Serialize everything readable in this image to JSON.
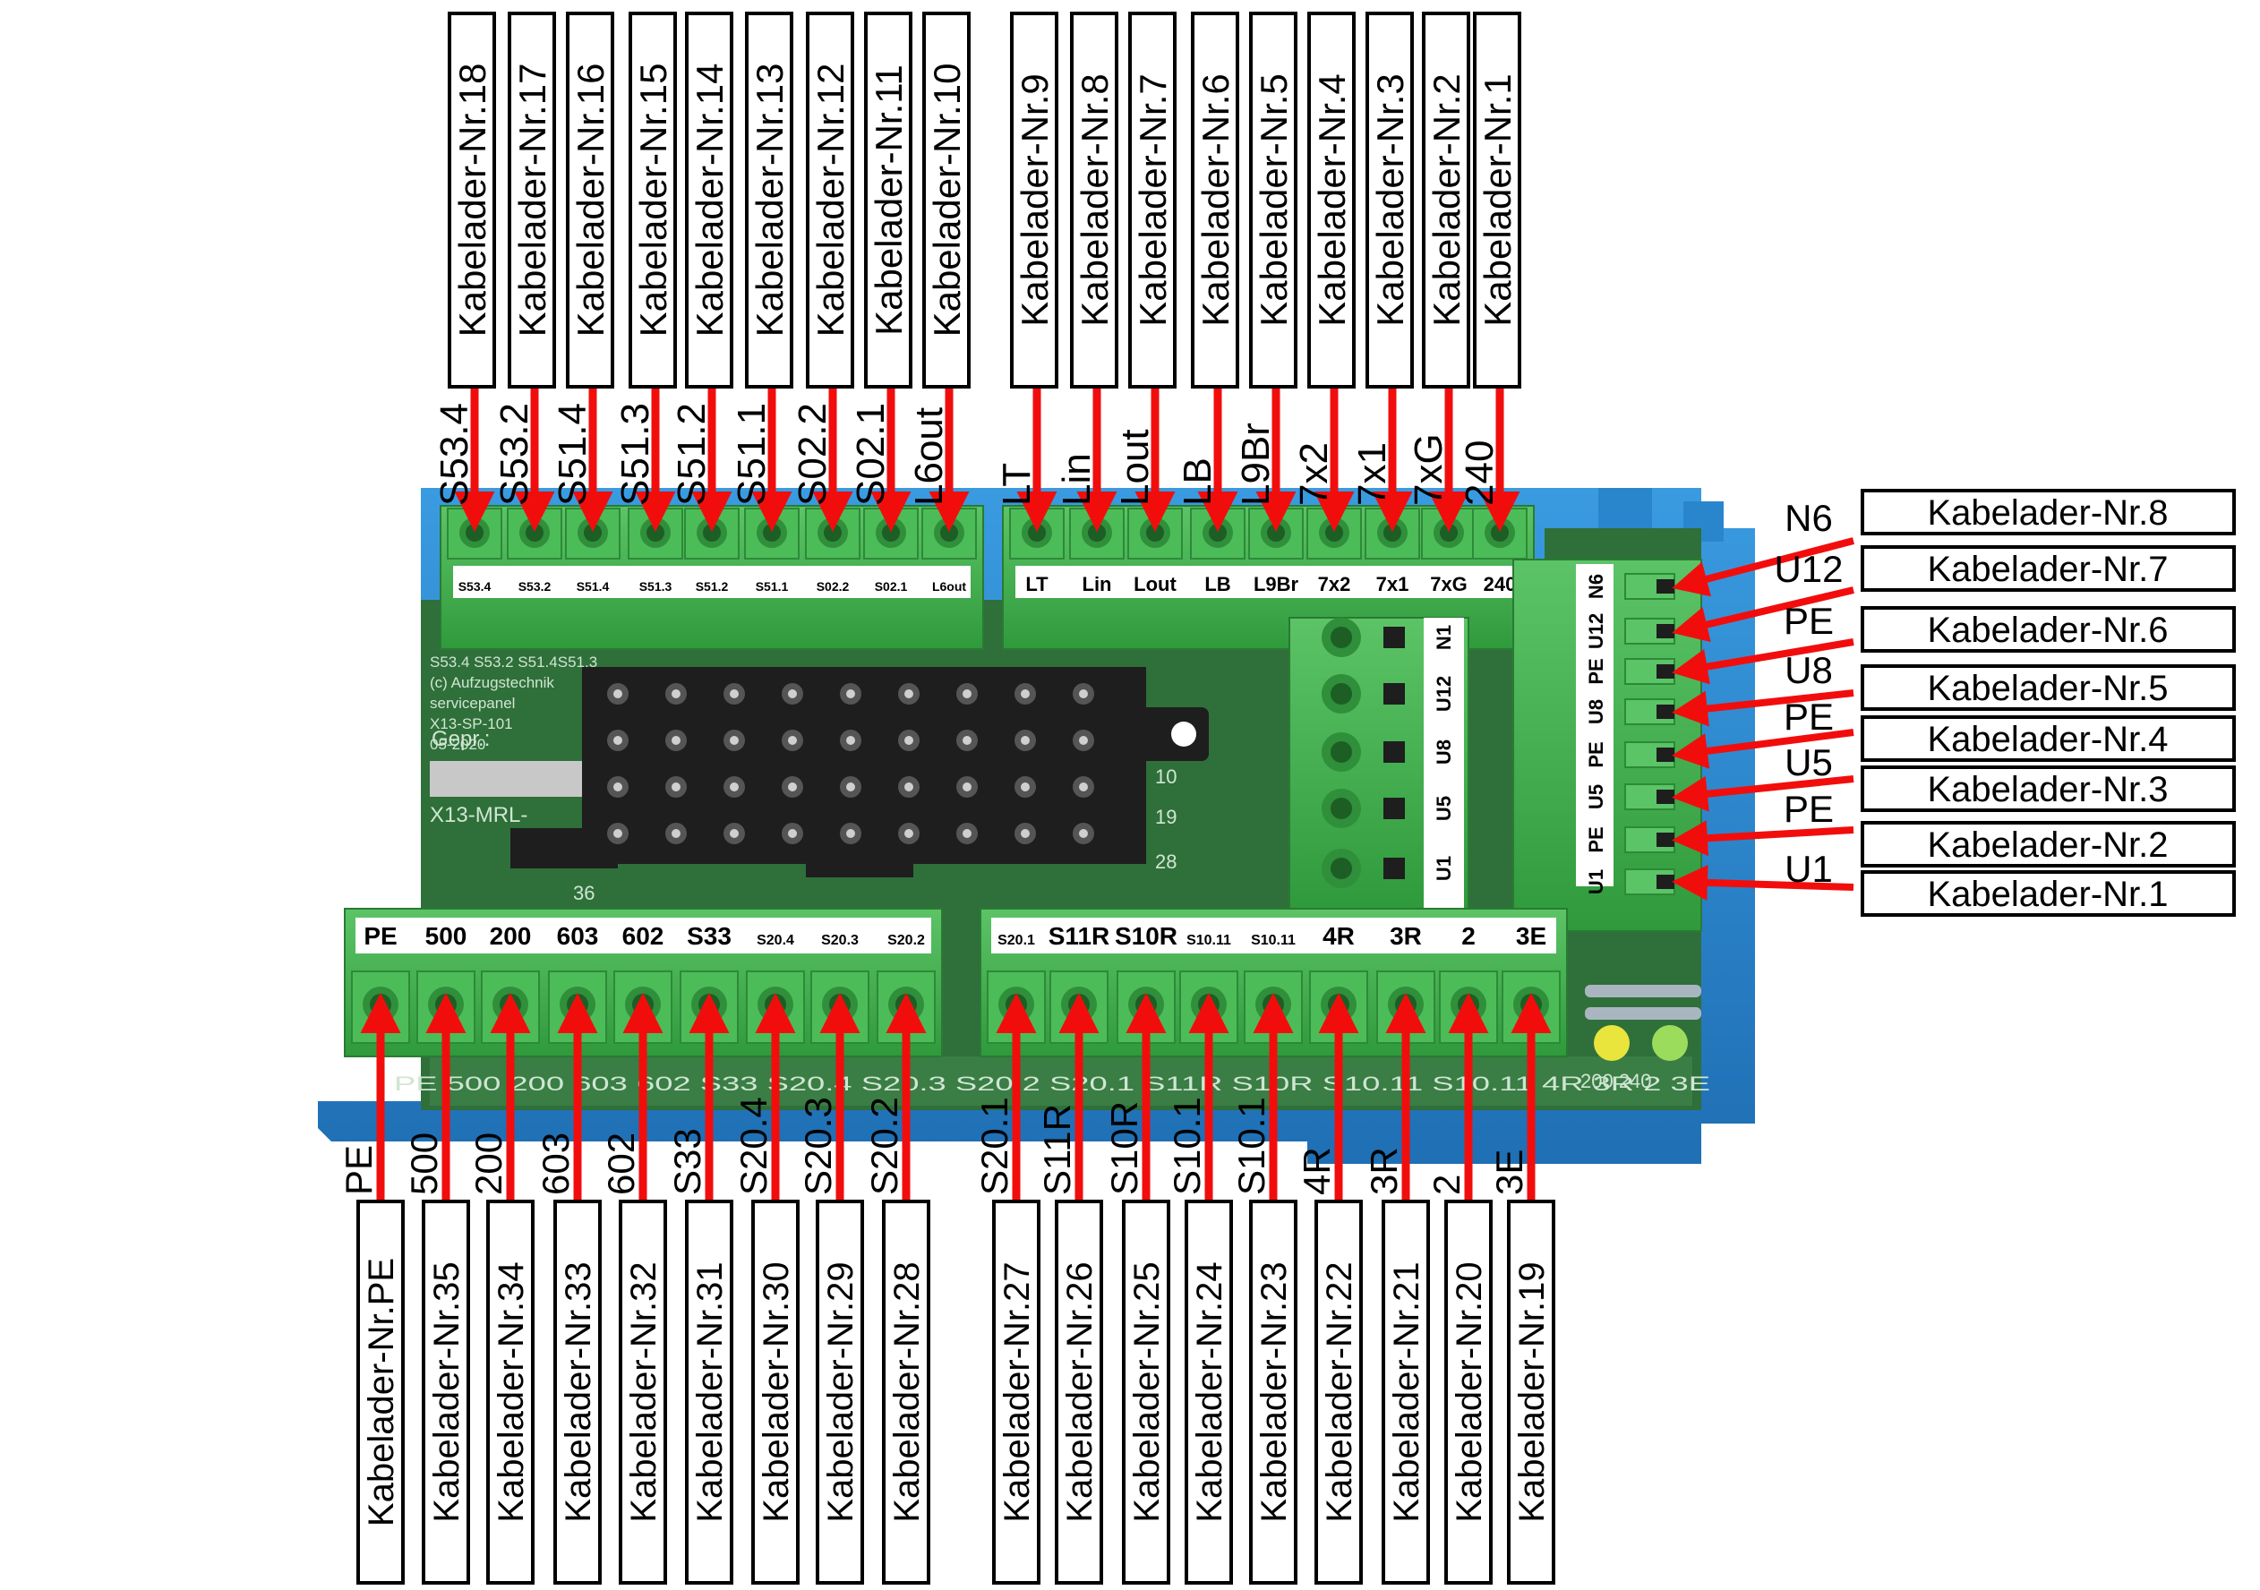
{
  "colors": {
    "arrow": "#f20d0d",
    "terminal_green": "#3fb04a",
    "pcb_green": "#2f6f3a",
    "din_rail_blue": "#2e8fd6",
    "label_box_border": "#000000"
  },
  "top_left_block": {
    "strip_labels": [
      "S53.4",
      "S53.2",
      "S51.4",
      "S51.3",
      "S51.2",
      "S51.1",
      "S02.2",
      "S02.1",
      "L6out"
    ],
    "pin_labels": [
      "S53.4",
      "S53.2",
      "S51.4",
      "S51.3",
      "S51.2",
      "S51.1",
      "S02.2",
      "S02.1",
      "L6out"
    ],
    "cables": [
      "Kabelader-Nr.18",
      "Kabelader-Nr.17",
      "Kabelader-Nr.16",
      "Kabelader-Nr.15",
      "Kabelader-Nr.14",
      "Kabelader-Nr.13",
      "Kabelader-Nr.12",
      "Kabelader-Nr.11",
      "Kabelader-Nr.10"
    ]
  },
  "top_right_block": {
    "strip_labels": [
      "LT",
      "Lin",
      "Lout",
      "LB",
      "L9Br",
      "7x2",
      "7x1",
      "7xG",
      "240"
    ],
    "pin_labels": [
      "LT",
      "Lin",
      "Lout",
      "LB",
      "L9Br",
      "7x2",
      "7x1",
      "7xG",
      "240"
    ],
    "cables": [
      "Kabelader-Nr.9",
      "Kabelader-Nr.8",
      "Kabelader-Nr.7",
      "Kabelader-Nr.6",
      "Kabelader-Nr.5",
      "Kabelader-Nr.4",
      "Kabelader-Nr.3",
      "Kabelader-Nr.2",
      "Kabelader-Nr.1"
    ]
  },
  "right_block": {
    "strip_labels": [
      "N6",
      "U12",
      "PE",
      "U8",
      "PE",
      "U5",
      "PE",
      "U1"
    ],
    "pin_labels": [
      "N6",
      "U12",
      "PE",
      "U8",
      "PE",
      "U5",
      "PE",
      "U1"
    ],
    "cables": [
      "Kabelader-Nr.8",
      "Kabelader-Nr.7",
      "Kabelader-Nr.6",
      "Kabelader-Nr.5",
      "Kabelader-Nr.4",
      "Kabelader-Nr.3",
      "Kabelader-Nr.2",
      "Kabelader-Nr.1"
    ]
  },
  "inner_block": {
    "strip_labels": [
      "N1",
      "U12",
      "U8",
      "U5",
      "U1"
    ]
  },
  "bottom_left_block": {
    "strip_labels": [
      "PE",
      "500",
      "200",
      "603",
      "602",
      "S33",
      "S20.4",
      "S20.3",
      "S20.2"
    ],
    "pin_labels": [
      "PE",
      "500",
      "200",
      "603",
      "602",
      "S33",
      "S20.4",
      "S20.3",
      "S20.2"
    ],
    "cables": [
      "Kabelader-Nr.PE",
      "Kabelader-Nr.35",
      "Kabelader-Nr.34",
      "Kabelader-Nr.33",
      "Kabelader-Nr.32",
      "Kabelader-Nr.31",
      "Kabelader-Nr.30",
      "Kabelader-Nr.29",
      "Kabelader-Nr.28"
    ]
  },
  "bottom_right_block": {
    "strip_labels": [
      "S20.1",
      "S11R",
      "S10R",
      "S10.11",
      "S10.11",
      "4R",
      "3R",
      "2",
      "3E"
    ],
    "pin_labels": [
      "S20.1",
      "S11R",
      "S10R",
      "S10.1",
      "S10.1",
      "4R",
      "3R",
      "2",
      "3E"
    ],
    "cables": [
      "Kabelader-Nr.27",
      "Kabelader-Nr.26",
      "Kabelader-Nr.25",
      "Kabelader-Nr.24",
      "Kabelader-Nr.23",
      "Kabelader-Nr.22",
      "Kabelader-Nr.21",
      "Kabelader-Nr.20",
      "Kabelader-Nr.19"
    ]
  },
  "pcb_silkscreen": {
    "header_lines": [
      "S53.4 S53.2 S51.4S51.3",
      "(c) Aufzugstechnik",
      "servicepanel",
      "X13-SP-101",
      "05-2020"
    ],
    "gepr": "Gepr.:",
    "board_id": "X13-MRL-",
    "row_numbers": [
      "10",
      "19",
      "28",
      "36"
    ],
    "bottom_row": "PE 500 200 603 602 S33 S20.4 S20.3 S20.2 S20.1 S11R S10R S10.11 S10.11 4R 3R 2 3E",
    "corner_numbers": "200 240"
  }
}
